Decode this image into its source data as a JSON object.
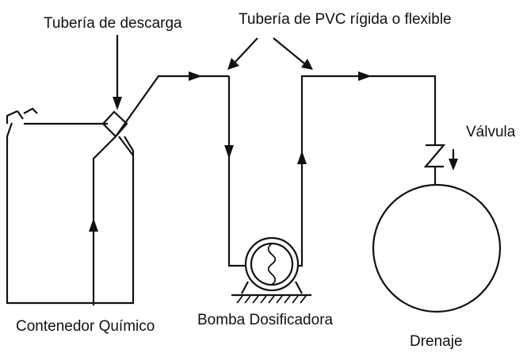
{
  "labels": {
    "discharge_pipe": "Tubería de descarga",
    "pvc_pipe": "Tubería de PVC rígida o flexible",
    "valve": "Válvula",
    "chemical_container": "Contenedor Químico",
    "dosing_pump": "Bomba Dosificadora",
    "drain": "Drenaje"
  },
  "colors": {
    "line": "#111111",
    "background": "#ffffff"
  }
}
